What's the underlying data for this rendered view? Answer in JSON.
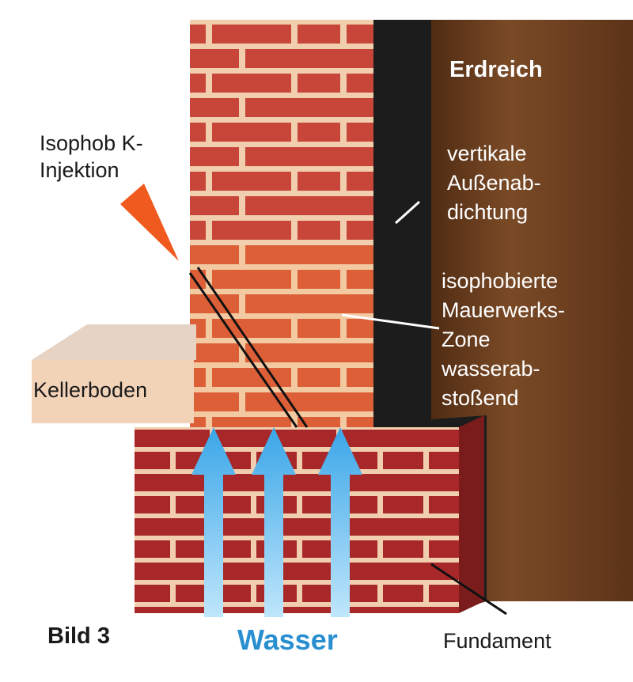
{
  "labels": {
    "erdreich": "Erdreich",
    "abdichtung": [
      "vertikale",
      "Außenab-",
      "dichtung"
    ],
    "zone": [
      "isophobierte",
      "Mauerwerks-",
      "Zone",
      "wasserab-",
      "stoßend"
    ],
    "injektion": [
      "Isophob K-",
      "Injektion"
    ],
    "kellerboden": "Kellerboden",
    "figure": "Bild 3",
    "wasser": "Wasser",
    "fundament": "Fundament"
  },
  "colors": {
    "earth": "#6b3d1e",
    "membrane": "#1c1c1c",
    "brick_upper": "#c8453a",
    "brick_zone": "#dc5f38",
    "brick_foundation": "#a8282a",
    "mortar": "#f1cfae",
    "water": "#2a8fd0",
    "injection": "#f05a1e"
  }
}
